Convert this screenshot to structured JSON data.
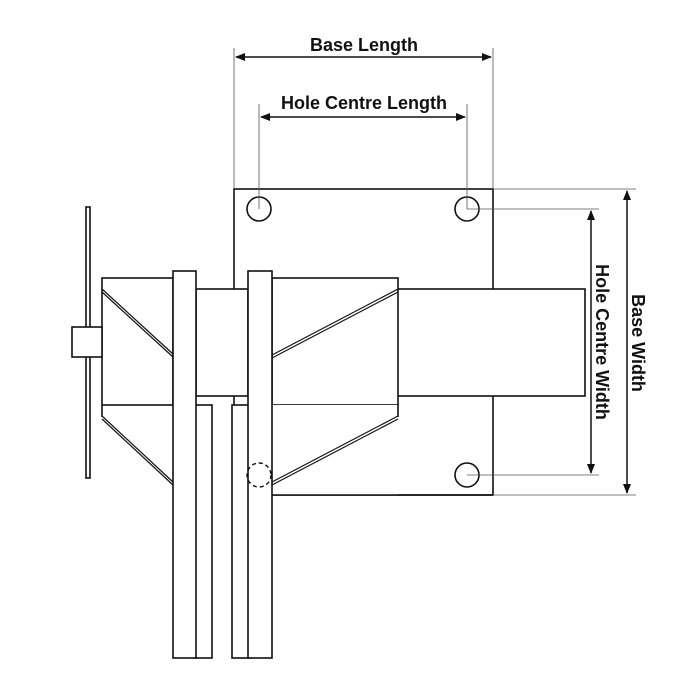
{
  "labels": {
    "base_length": "Base Length",
    "hole_centre_length": "Hole Centre Length",
    "base_width": "Base Width",
    "hole_centre_width": "Hole Centre Width"
  },
  "colors": {
    "line": "#111111",
    "background": "#ffffff"
  }
}
